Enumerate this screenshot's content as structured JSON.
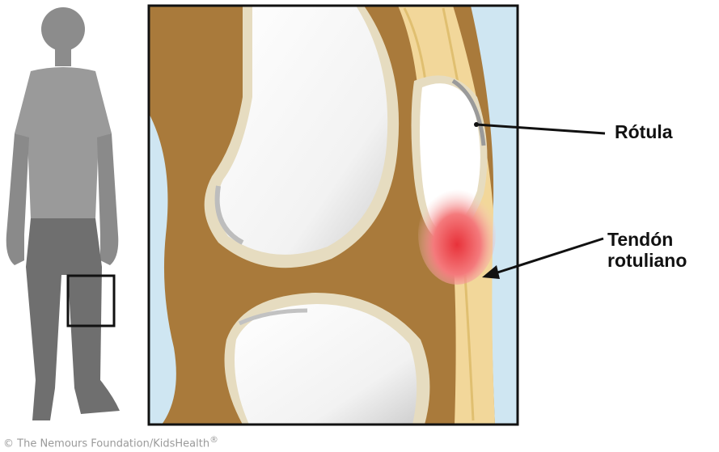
{
  "labels": {
    "patella": "Rótula",
    "patellar_tendon_line1": "Tendón",
    "patellar_tendon_line2": "rotuliano"
  },
  "credit": "© The Nemours Foundation/KidsHealth",
  "credit_mark": "®",
  "colors": {
    "tissue": "#a97a3b",
    "bone": "#ffffff",
    "bone_shadow": "#c8c8c8",
    "cartilage_rim": "#e6dcc0",
    "skin": "#cfe6f2",
    "tendon": "#f2d79a",
    "inflammation": "#e8323a",
    "silhouette": "#8a8a8a"
  }
}
